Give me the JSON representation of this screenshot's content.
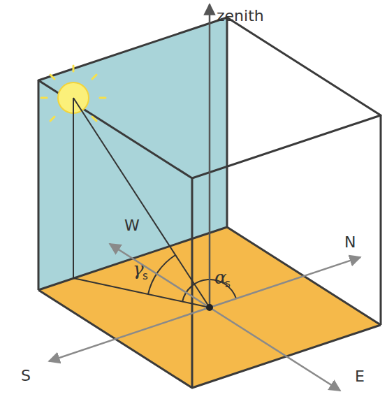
{
  "diagram": {
    "labels": [
      "zenith",
      "W",
      "N",
      "S",
      "E",
      "γ",
      "s",
      "α",
      "s"
    ]
  }
}
